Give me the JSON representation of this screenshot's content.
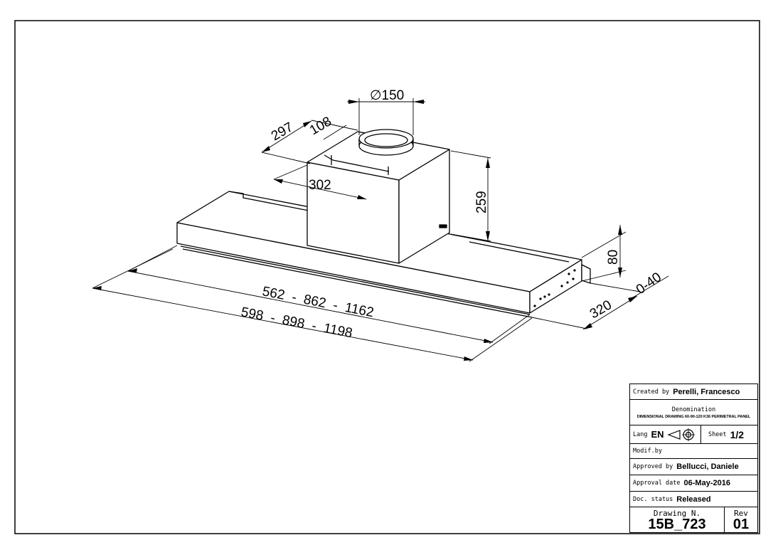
{
  "dimensions": {
    "duct_diameter": "∅150",
    "depth_297": "297",
    "depth_108": "108",
    "width_302": "302",
    "height_259": "259",
    "height_80": "80",
    "range_0_40": "0-40",
    "depth_320": "320",
    "length_inner": "562  -  862  -  1162",
    "length_outer": "598  -  898  -  1198"
  },
  "title_block": {
    "created_by_label": "Created by",
    "created_by": "Perelli, Francesco",
    "denomination_label": "Denomination",
    "denomination": "DIMENSIONAL DRAWING 60-90-120 K36 PERIMETRAL PANEL",
    "lang_label": "Lang",
    "lang": "EN",
    "sheet_label": "Sheet",
    "sheet": "1/2",
    "modif_by_label": "Modif.by",
    "approved_by_label": "Approved by",
    "approved_by": "Bellucci, Daniele",
    "approval_date_label": "Approval date",
    "approval_date": "06-May-2016",
    "doc_status_label": "Doc. status",
    "doc_status": "Released",
    "drawing_no_label": "Drawing N.",
    "drawing_no": "15B_723",
    "rev_label": "Rev",
    "rev": "01"
  }
}
